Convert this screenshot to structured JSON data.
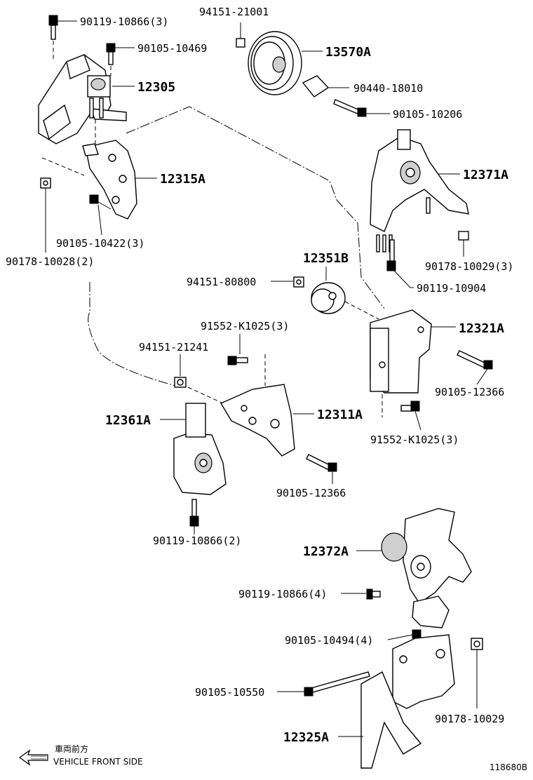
{
  "labels": {
    "p90119_10866_3": "90119-10866(3)",
    "p90105_10469": "90105-10469",
    "p12305": "12305",
    "p12315A": "12315A",
    "p90105_10422_3": "90105-10422(3)",
    "p90178_10028_2": "90178-10028(2)",
    "p94151_21001": "94151-21001",
    "p13570A": "13570A",
    "p90440_18010": "90440-18010",
    "p90105_10206": "90105-10206",
    "p12371A": "12371A",
    "p90178_10029_3": "90178-10029(3)",
    "p90119_10904": "90119-10904",
    "p12351B": "12351B",
    "p94151_80800": "94151-80800",
    "p91552_K1025_3_top": "91552-K1025(3)",
    "p94151_21241": "94151-21241",
    "p12321A": "12321A",
    "p90105_12366_right": "90105-12366",
    "p91552_K1025_3_bottom": "91552-K1025(3)",
    "p12361A": "12361A",
    "p12311A": "12311A",
    "p90105_12366_center": "90105-12366",
    "p90119_10866_2": "90119-10866(2)",
    "p12372A": "12372A",
    "p90119_10866_4": "90119-10866(4)",
    "p90105_10494_4": "90105-10494(4)",
    "p90105_10550": "90105-10550",
    "p90178_10029": "90178-10029",
    "p12325A": "12325A"
  },
  "legend": {
    "japanese": "車両前方",
    "english": "VEHICLE FRONT SIDE"
  },
  "diagram_id": "118680B",
  "colors": {
    "ink": "#000000",
    "background": "#ffffff"
  },
  "icons": {
    "direction": "front-arrow-icon"
  }
}
